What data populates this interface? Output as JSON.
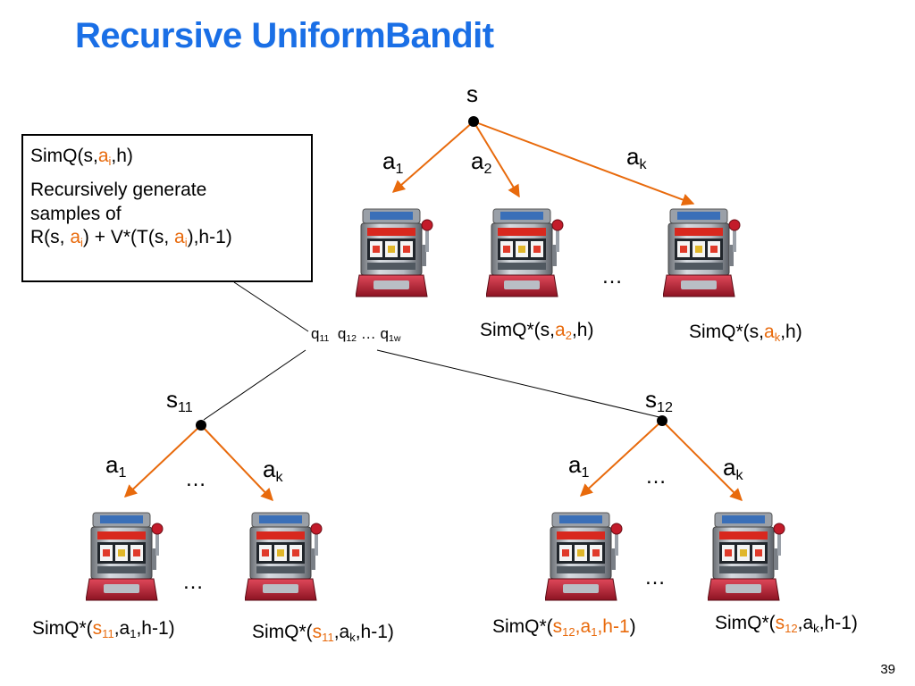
{
  "title": "Recursive UniformBandit",
  "page_number": "39",
  "callout": {
    "header_prefix": "SimQ(s,",
    "header_action": "a",
    "header_action_sub": "i",
    "header_suffix": ",h)",
    "line1": "Recursively generate",
    "line2": "samples of",
    "line3_a": "R(s, ",
    "line3_action": "a",
    "line3_action_sub": "i",
    "line3_b": ") + V*(T(s, ",
    "line3_action2": "a",
    "line3_action2_sub": "i",
    "line3_c": "),h-1)"
  },
  "root": {
    "label": "s"
  },
  "top_actions": [
    {
      "base": "a",
      "sub": "1"
    },
    {
      "base": "a",
      "sub": "2"
    },
    {
      "base": "a",
      "sub": "k"
    }
  ],
  "top_ellipsis": "…",
  "q_values": {
    "q11_base": "q",
    "q11_sub": "11",
    "q12_base": "q",
    "q12_sub": "12",
    "dots": "…",
    "q1w_base": "q",
    "q1w_sub": "1w"
  },
  "top_sims": [
    {
      "prefix": "SimQ*(s,",
      "action": "a",
      "action_sub": "2",
      "suffix": ",h)"
    },
    {
      "prefix": "SimQ*(s,",
      "action": "a",
      "action_sub": "k",
      "suffix": ",h)"
    }
  ],
  "s11": {
    "base": "s",
    "sub": "11"
  },
  "s12": {
    "base": "s",
    "sub": "12"
  },
  "left_actions": [
    {
      "base": "a",
      "sub": "1"
    },
    {
      "base": "a",
      "sub": "k"
    }
  ],
  "right_actions": [
    {
      "base": "a",
      "sub": "1"
    },
    {
      "base": "a",
      "sub": "k"
    }
  ],
  "ellipsis": "…",
  "bottom_sims": [
    {
      "p1": "SimQ*(",
      "state": "s",
      "state_sub": "11",
      "p2": ",a",
      "p2_sub": "1",
      "p3": ",h-1)"
    },
    {
      "p1": "SimQ*(",
      "state": "s",
      "state_sub": "11",
      "p2": ",a",
      "p2_sub": "k",
      "p3": ",h-1)"
    },
    {
      "p1": "SimQ*(",
      "state": "s",
      "state_sub": "12",
      "p2": ",",
      "p2_act": "a",
      "p2_sub": "1",
      "p2_tail": ",h-1",
      "p3": ")"
    },
    {
      "p1": "SimQ*(",
      "state": "s",
      "state_sub": "12",
      "p2": ",a",
      "p2_sub": "k",
      "p3": ",h-1)"
    }
  ],
  "colors": {
    "title": "#1a6fe6",
    "accent": "#e86a0c",
    "arrow": "#e86a0c",
    "line": "#000000"
  },
  "icons": {
    "machine": "slot-machine-icon"
  }
}
